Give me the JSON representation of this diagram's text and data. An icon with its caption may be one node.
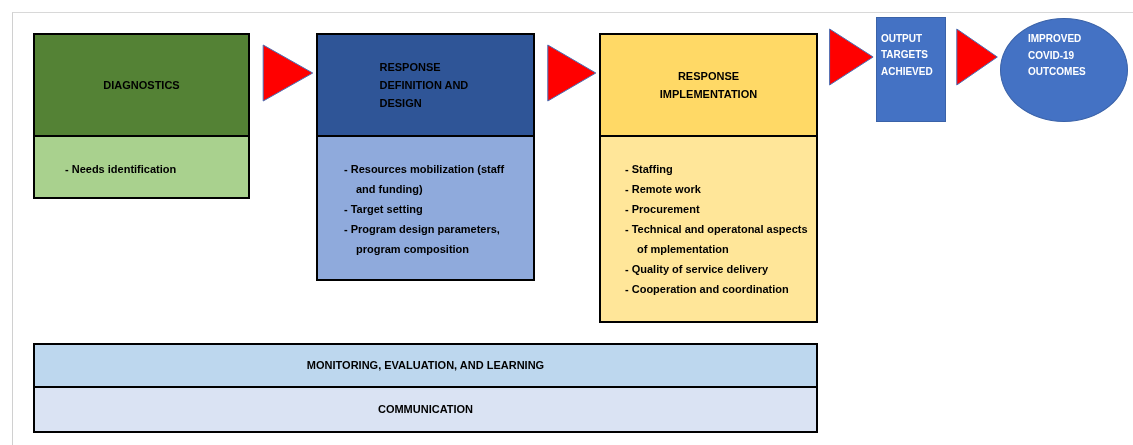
{
  "diagram": {
    "nodes": [
      {
        "text": [
          "DIAGNOSTICS"
        ]
      },
      {
        "text": [
          "- Needs identification"
        ]
      },
      {
        "text": [
          "RESPONSE DEFINITION AND DESIGN"
        ]
      },
      {
        "text": [
          "- Resources mobilization (staff and funding)",
          "- Target setting",
          "- Program design parameters, program composition"
        ]
      },
      {
        "text": [
          "RESPONSE IMPLEMENTATION"
        ]
      },
      {
        "text": [
          "- Staffing",
          "- Remote work",
          "- Procurement",
          "- Technical and operatonal aspects of mplementation",
          "- Quality of service delivery",
          "- Cooperation and coordination"
        ]
      },
      {
        "text": [
          "OUTPUT TARGETS ACHIEVED"
        ]
      },
      {
        "text": [
          "IMPROVED COVID-19 OUTCOMES"
        ]
      },
      {
        "text": [
          "MONITORING, EVALUATION, AND LEARNING"
        ]
      },
      {
        "text": [
          "COMMUNICATION"
        ]
      }
    ],
    "edges": [
      {
        "from": 0,
        "to": 2,
        "arrow": "to"
      },
      {
        "from": 2,
        "to": 4,
        "arrow": "to"
      },
      {
        "from": 4,
        "to": 6,
        "arrow": "to"
      },
      {
        "from": 6,
        "to": 7,
        "arrow": "to"
      }
    ]
  }
}
